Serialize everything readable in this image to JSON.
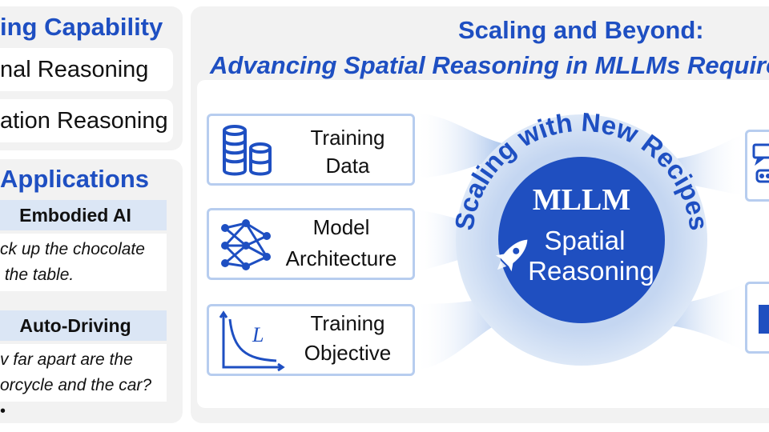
{
  "left": {
    "capability_title": "ing Capability",
    "capabilities": [
      {
        "label": "nal Reasoning"
      },
      {
        "label": "ation Reasoning"
      }
    ],
    "applications_title": "Applications",
    "apps": [
      {
        "title": "Embodied AI",
        "lines": [
          "ck up the chocolate",
          " the table."
        ]
      },
      {
        "title": "Auto-Driving",
        "lines": [
          "v far apart are the",
          "orcycle and the car?"
        ]
      }
    ],
    "ellipsis": "•"
  },
  "main": {
    "title_line1": "Scaling and Beyond:",
    "title_line2": "Advancing Spatial Reasoning in MLLMs Require",
    "inputs": [
      {
        "line1": "Training",
        "line2": "Data",
        "icon": "database-icon"
      },
      {
        "line1": "Model",
        "line2": "Architecture",
        "icon": "neural-network-icon"
      },
      {
        "line1": "Training",
        "line2": "Objective",
        "icon": "loss-curve-icon"
      }
    ],
    "loss_symbol": "L",
    "circle": {
      "arc_text": "Scaling with New Recipes",
      "heading": "MLLM",
      "line1": "Spatial",
      "line2": "Reasoning"
    }
  },
  "colors": {
    "accent": "#1e4fc2",
    "circle_inner": "#1f4fc0",
    "circle_outer": "#d2e0f4",
    "box_border": "#b7cdef",
    "panel_bg": "#f2f2f2",
    "app_header_bg": "#dbe6f5"
  }
}
